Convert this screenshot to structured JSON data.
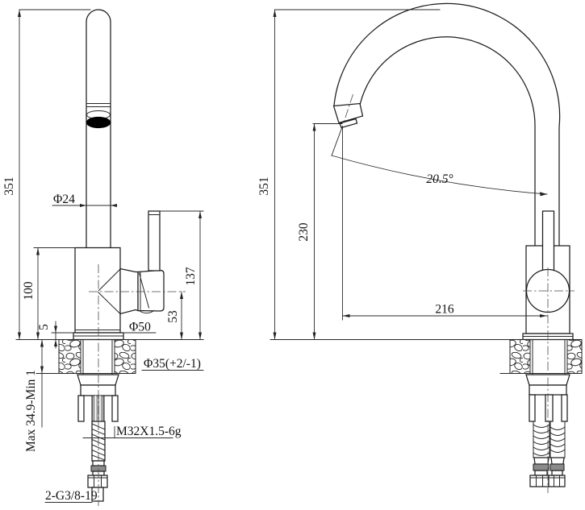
{
  "views": {
    "side": {
      "labels": {
        "overall_height": "351",
        "spout_diameter": "Φ24",
        "body_height": "100",
        "flange_height": "5",
        "base_diameter": "Φ50",
        "hole_diameter": "Φ35(+2/-1)",
        "clamp_range": "Max 34.9-Min 1",
        "thread_spec": "M32X1.5-6g",
        "hose_thread": "2-G3/8-19",
        "handle_height": "137",
        "handle_axis_height": "53"
      }
    },
    "front": {
      "labels": {
        "overall_height": "351",
        "outlet_height": "230",
        "spout_reach": "216",
        "outlet_angle": "20.5°"
      }
    }
  }
}
